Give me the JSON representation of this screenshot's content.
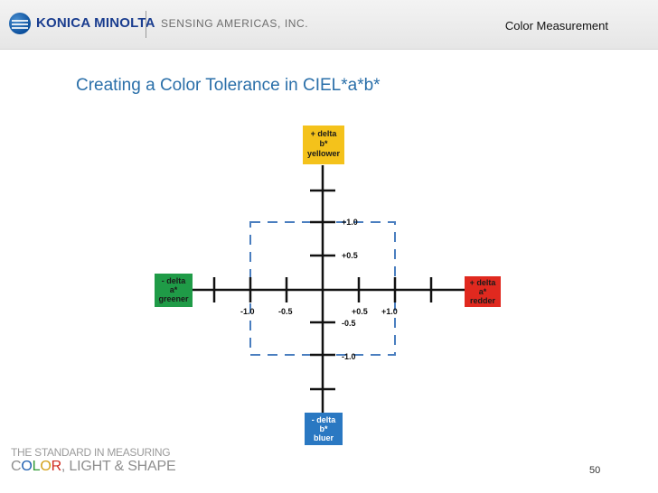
{
  "header": {
    "brand": "KONICA MINOLTA",
    "sub_brand": "SENSING AMERICAS, INC.",
    "section": "Color Measurement"
  },
  "slide": {
    "title": "Creating a Color Tolerance in CIEL*a*b*",
    "page_number": "50"
  },
  "diagram": {
    "boxes": {
      "top": {
        "lines": [
          "+ delta",
          "b*",
          "yellower"
        ],
        "fill": "#f4c21b",
        "text_color": "#1a1a1a"
      },
      "left": {
        "lines": [
          "- delta",
          "a*",
          "greener"
        ],
        "fill": "#1f9b47",
        "text_color": "#1a1a1a"
      },
      "right": {
        "lines": [
          "+ delta",
          "a*",
          "redder"
        ],
        "fill": "#e0291f",
        "text_color": "#1a1a1a"
      },
      "bottom": {
        "lines": [
          "- delta",
          "b*",
          "bluer"
        ],
        "fill": "#2a78c2",
        "text_color": "#ffffff"
      }
    },
    "labels": {
      "b_plus_1": "+1.0",
      "b_plus_05": "+0.5",
      "b_minus_05": "-0.5",
      "b_minus_1": "-1.0",
      "a_minus_1": "-1.0",
      "a_minus_05": "-0.5",
      "a_plus_05": "+0.5",
      "a_plus_1": "+1.0"
    },
    "tolerance": {
      "a_range": [
        -1.0,
        1.0
      ],
      "b_range": [
        -1.0,
        1.0
      ],
      "line_color": "#4a7ebf",
      "style": "dashed"
    }
  },
  "footer": {
    "tagline_line1": "THE STANDARD IN MEASURING",
    "tagline_c": "C",
    "tagline_o": "O",
    "tagline_l": "L",
    "tagline_o2": "O",
    "tagline_r": "R",
    "tagline_rest": ", LIGHT & SHAPE"
  }
}
